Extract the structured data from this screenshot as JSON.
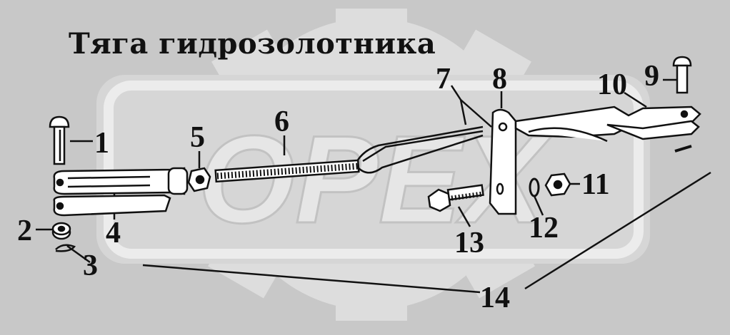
{
  "title": "Тяга гидрозолотника",
  "watermark": {
    "text": "OPEX"
  },
  "colors": {
    "background": "#c8c8c8",
    "watermark": "#dddddd",
    "ink": "#111111",
    "part_fill": "#ffffff"
  },
  "callouts": [
    {
      "id": "1",
      "label": "1"
    },
    {
      "id": "2",
      "label": "2"
    },
    {
      "id": "3",
      "label": "3"
    },
    {
      "id": "4",
      "label": "4"
    },
    {
      "id": "5",
      "label": "5"
    },
    {
      "id": "6",
      "label": "6"
    },
    {
      "id": "7",
      "label": "7"
    },
    {
      "id": "8",
      "label": "8"
    },
    {
      "id": "9",
      "label": "9"
    },
    {
      "id": "10",
      "label": "10"
    },
    {
      "id": "11",
      "label": "11"
    },
    {
      "id": "12",
      "label": "12"
    },
    {
      "id": "13",
      "label": "13"
    },
    {
      "id": "14",
      "label": "14"
    }
  ]
}
